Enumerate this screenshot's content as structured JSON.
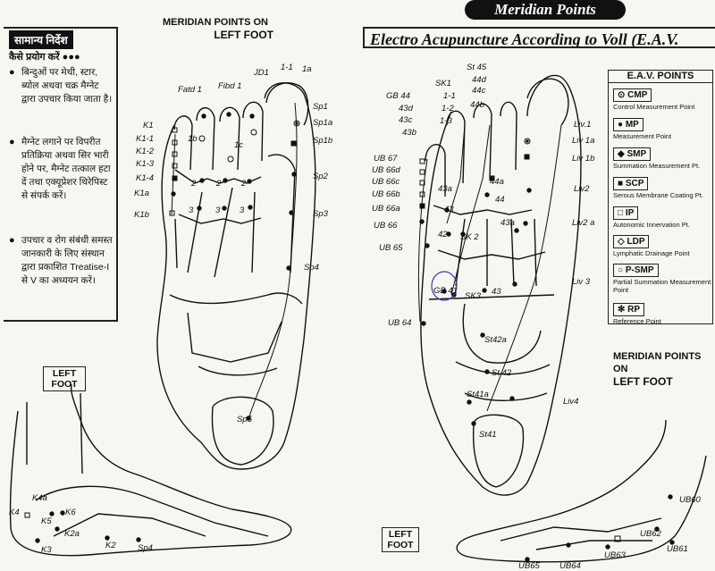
{
  "header": {
    "banner": "Meridian Points",
    "eav_title": "Electro Acupuncture According to Voll (E.A.V."
  },
  "instructions": {
    "heading": "सामान्य निर्देश",
    "subheading": "कैसे प्रयोग करें ●●●",
    "paragraphs": [
      "बिन्दुओं पर मेथी, स्टार, ब्योल अथवा चक्र मैग्नेट द्वारा उपचार किया जाता है।",
      "मैग्नेट लगाने पर विपरीत प्रतिक्रिया अथवा सिर भारी होने पर, मैग्नेट तत्काल हटा दें तथा एक्यूप्रेशर थिरेपिस्ट से संपर्क करें।",
      "उपचार व रोग संबंधी समस्त जानकारी के लिए संस्थान द्वारा प्रकाशित Treatise-I से V का अध्ययन करें।"
    ]
  },
  "figure_labels": {
    "top_left_title": "MERIDIAN POINTS ON",
    "top_left_title2": "LEFT FOOT",
    "right_title1": "MERIDIAN POINTS",
    "right_title2": "ON",
    "right_title3": "LEFT FOOT",
    "left_foot_box": "LEFT FOOT",
    "bottom_left_foot_box": "LEFT FOOT"
  },
  "legend": {
    "title": "E.A.V. POINTS",
    "items": [
      {
        "code": "CMP",
        "symbol": "⊙",
        "desc": "Control Measurement Point"
      },
      {
        "code": "MP",
        "symbol": "●",
        "desc": "Measurement Point"
      },
      {
        "code": "SMP",
        "symbol": "◆",
        "desc": "Summation Measurement Pt."
      },
      {
        "code": "SCP",
        "symbol": "■",
        "desc": "Serous Membrane Coating Pt."
      },
      {
        "code": "IP",
        "symbol": "□",
        "desc": "Autonomic Innervation Pt."
      },
      {
        "code": "LDP",
        "symbol": "◇",
        "desc": "Lymphatic Drainage Point"
      },
      {
        "code": "P-SMP",
        "symbol": "○",
        "desc": "Partial Summation Measurement Point"
      },
      {
        "code": "RP",
        "symbol": "✻",
        "desc": "Reference Point"
      }
    ]
  },
  "left_foot_points": {
    "k1": "K1",
    "k1_1": "K1-1",
    "k1_2": "K1-2",
    "k1_3": "K1-3",
    "k1_4": "K1-4",
    "k1a": "K1a",
    "k1b": "K1b",
    "fatd1": "Fatd 1",
    "fibd1": "Fibd 1",
    "jd1": "JD1",
    "p11": "1-1",
    "p1a": "1a",
    "sp1": "Sp1",
    "sp1a": "Sp1a",
    "sp1b": "Sp1b",
    "sp2": "Sp2",
    "sp3": "Sp3",
    "sp4": "Sp4",
    "sp5": "Sp5",
    "m1b": "1b",
    "m1c": "1c",
    "m2a": "2",
    "m2b": "2",
    "m2c": "2",
    "m3a": "3",
    "m3b": "3",
    "m3c": "3"
  },
  "right_foot_points": {
    "st45": "St 45",
    "sk1": "SK1",
    "gb44": "GB 44",
    "p43d": "43d",
    "p43c": "43c",
    "p43b": "43b",
    "p44d": "44d",
    "p44c": "44c",
    "p44b": "44b",
    "r11": "1-1",
    "r12": "1-2",
    "r13": "1-3",
    "liv1": "Liv.1",
    "liv1a": "Liv 1a",
    "liv1b": "Liv 1b",
    "liv2": "Liv2",
    "liv2a": "Liv2 a",
    "liv3": "Liv 3",
    "liv4": "Liv4",
    "ub67": "UB 67",
    "ub66d": "UB 66d",
    "ub66c": "UB 66c",
    "ub66b": "UB 66b",
    "ub66a": "UB 66a",
    "ub66": "UB 66",
    "ub65": "UB 65",
    "ub64": "UB 64",
    "p43a": "43a",
    "p44a": "44a",
    "p44": "44",
    "p43": "43",
    "p43a2": "43a",
    "p42": "42",
    "sk2": "SK 2",
    "sk3": "SK3",
    "p43_2": "43",
    "gb41": "GB 41",
    "st42a": "St42a",
    "st42": "St 42",
    "st41a": "St41a",
    "st41": "St41"
  },
  "side_left_points": {
    "k4": "K4",
    "k4a": "K4a",
    "k5": "K5",
    "k6": "K6",
    "k2a": "K2a",
    "k3": "K3",
    "k2": "K2",
    "sp4": "Sp4"
  },
  "side_right_points": {
    "ub60": "UB60",
    "ub62": "UB62",
    "ub61": "UB61",
    "ub63": "UB63",
    "ub65": "UB65",
    "ub64": "UB64"
  }
}
